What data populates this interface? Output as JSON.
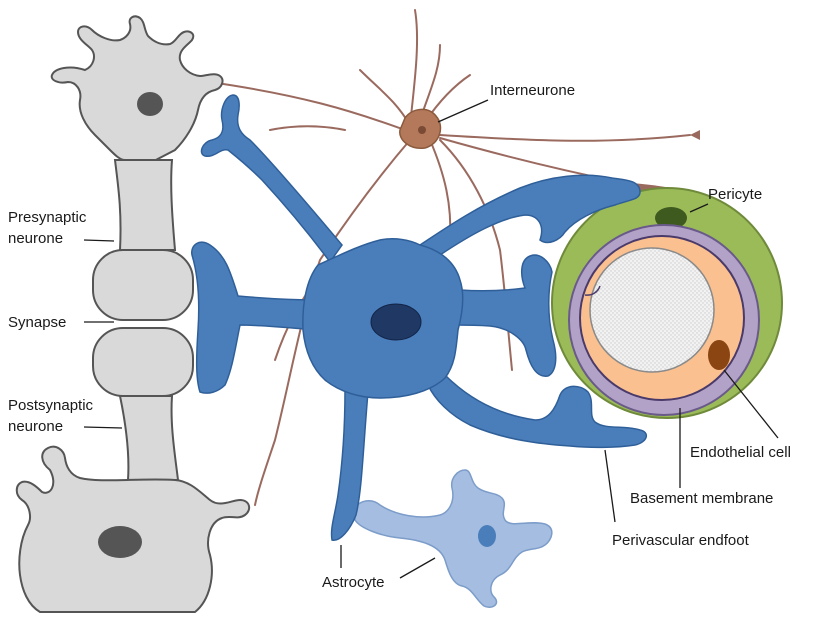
{
  "labels": {
    "interneurone": "Interneurone",
    "pericyte": "Pericyte",
    "presynaptic_line1": "Presynaptic",
    "presynaptic_line2": "neurone",
    "synapse": "Synapse",
    "postsynaptic_line1": "Postsynaptic",
    "postsynaptic_line2": "neurone",
    "endothelial_cell": "Endothelial cell",
    "basement_membrane": "Basement membrane",
    "perivascular_endfoot": "Perivascular endfoot",
    "astrocyte": "Astrocyte"
  },
  "colors": {
    "astrocyte": "#4a7ebb",
    "astrocyte_light": "#a4bde0",
    "neurone_gray": "#d9d9d9",
    "interneurone": "#b4785a",
    "pericyte_layer": "#9bbb59",
    "basement_membrane": "#b3a2c7",
    "endothelium": "#fac090",
    "erythrocyte": "#8b4513"
  }
}
